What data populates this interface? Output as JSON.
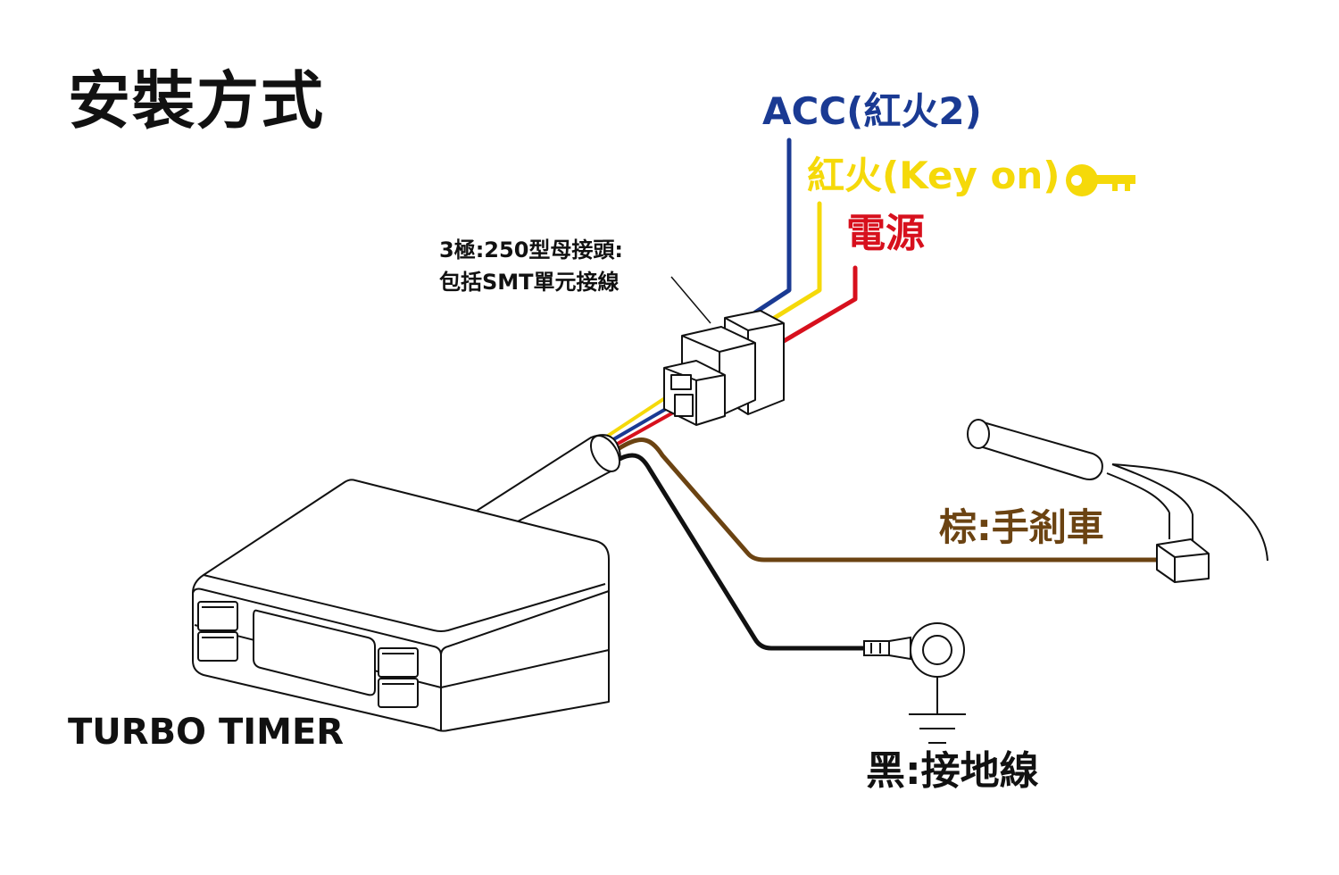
{
  "title": "安裝方式",
  "product_name": "TURBO TIMER",
  "connector": {
    "line1": "3極:250型母接頭:",
    "line2": "包括SMT單元接線"
  },
  "wires": {
    "acc": {
      "label": "ACC(紅火2)",
      "color": "#1a3a93"
    },
    "key_on": {
      "label": "紅火(Key on)",
      "color": "#f5d90a"
    },
    "power": {
      "label": "電源",
      "color": "#d7101d"
    },
    "brake": {
      "label": "棕:手剎車",
      "color": "#6b4312"
    },
    "ground": {
      "label": "黑:接地線",
      "color": "#111111"
    }
  },
  "icons": [
    "key-icon",
    "ground-symbol-icon",
    "ring-terminal-icon",
    "handbrake-icon",
    "connector-icon",
    "turbo-timer-unit-icon"
  ]
}
